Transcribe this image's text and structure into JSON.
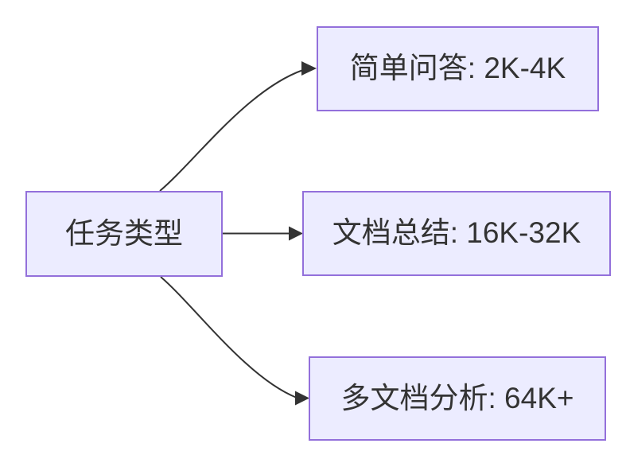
{
  "diagram": {
    "type": "flowchart",
    "direction": "left-to-right",
    "root": {
      "label": "任务类型"
    },
    "children": [
      {
        "label": "简单问答: 2K-4K"
      },
      {
        "label": "文档总结: 16K-32K"
      },
      {
        "label": "多文档分析: 64K+"
      }
    ],
    "edges": [
      {
        "from": "任务类型",
        "to": "简单问答: 2K-4K"
      },
      {
        "from": "任务类型",
        "to": "文档总结: 16K-32K"
      },
      {
        "from": "任务类型",
        "to": "多文档分析: 64K+"
      }
    ],
    "colors": {
      "node_fill": "#ECECFF",
      "node_border": "#9370DB",
      "edge_line": "#333333",
      "text": "#333333",
      "background": "#FFFFFF"
    }
  }
}
